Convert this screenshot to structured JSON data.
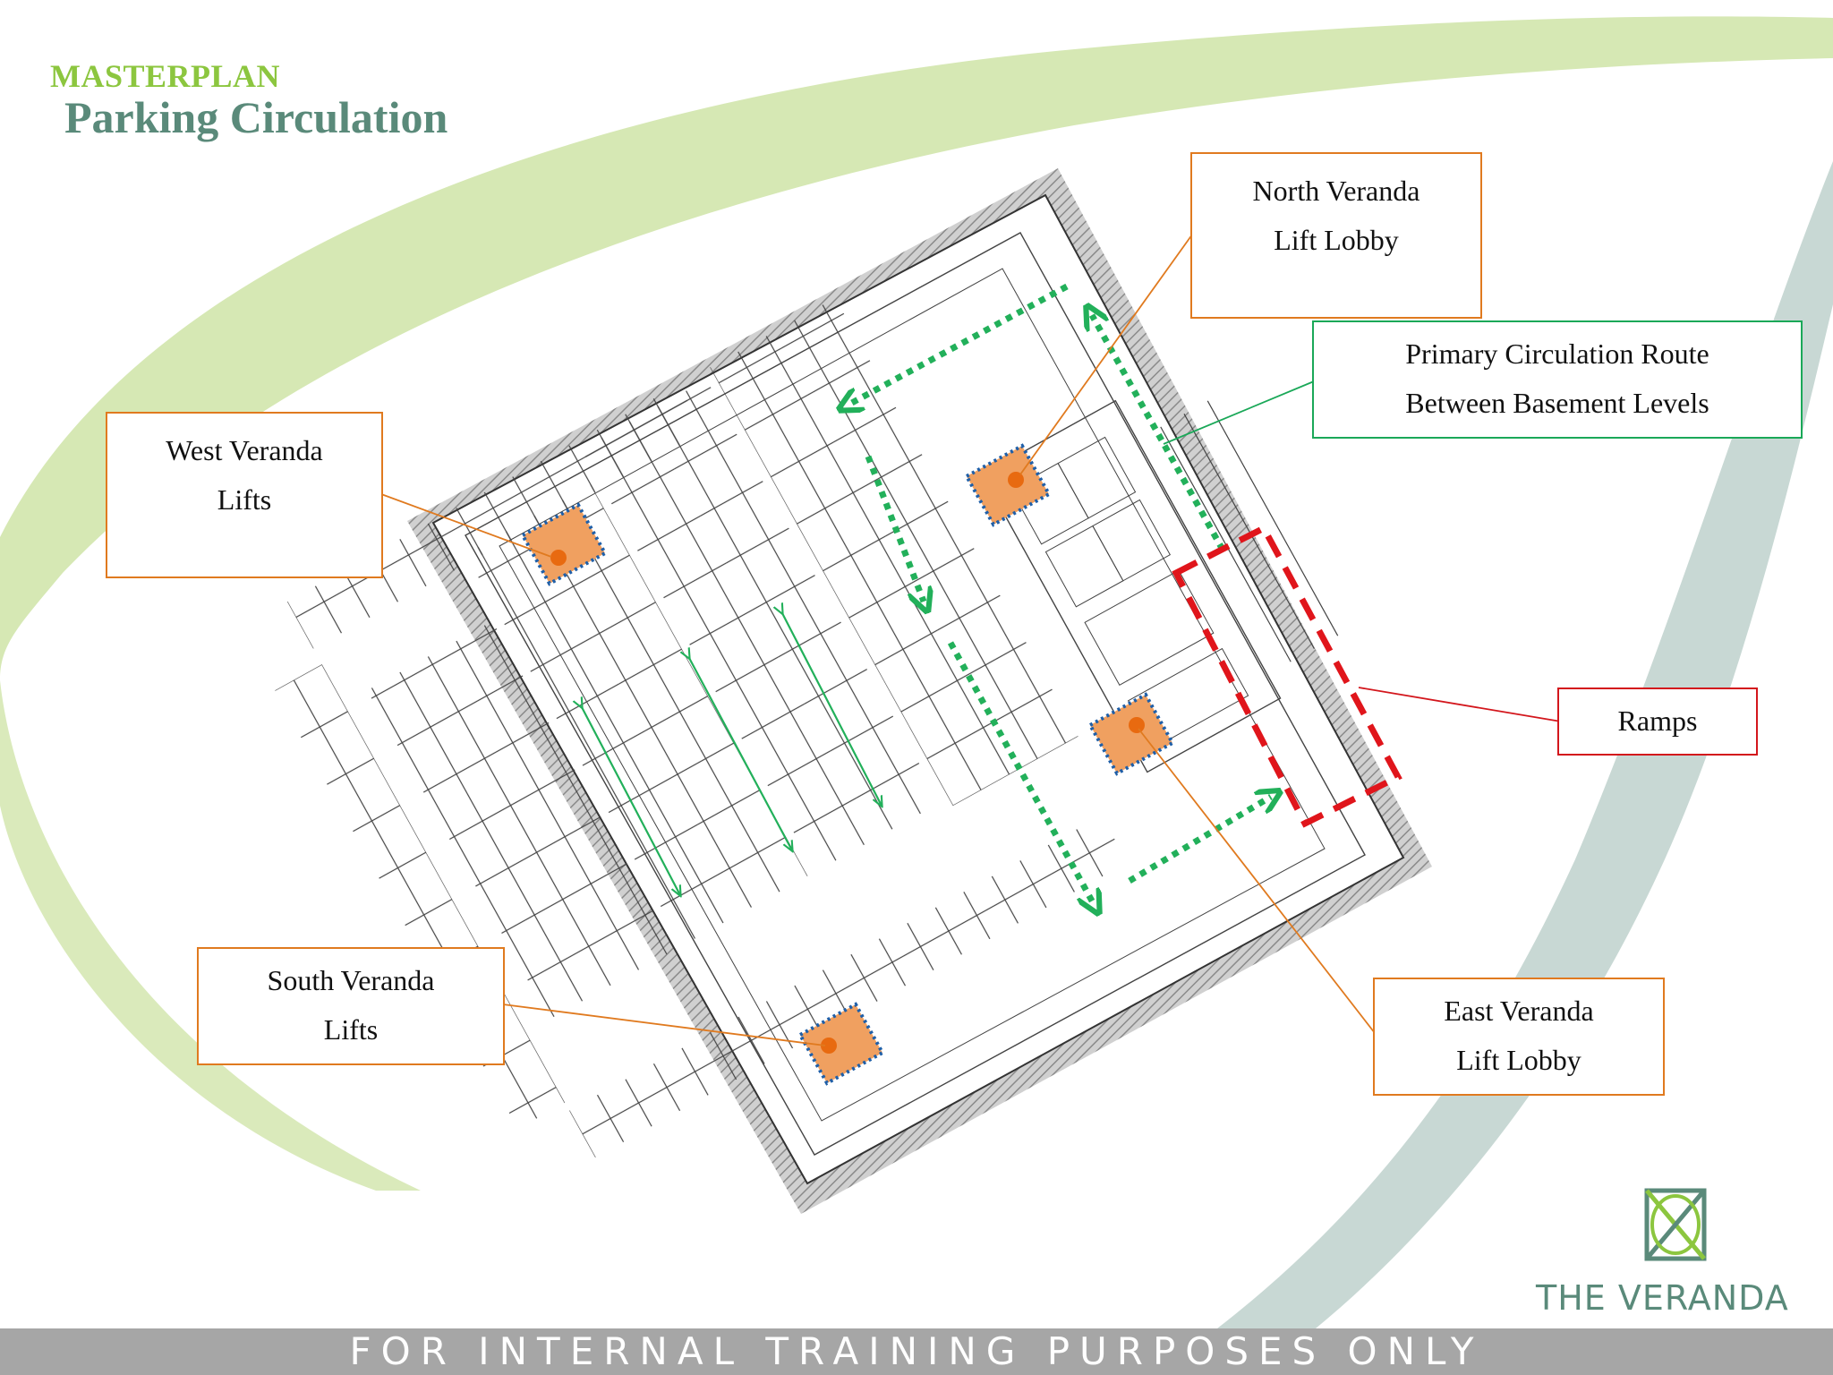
{
  "header": {
    "kicker": "MASTERPLAN",
    "title": "Parking Circulation"
  },
  "callouts": {
    "north": {
      "line1": "North Veranda",
      "line2": "Lift Lobby"
    },
    "primary": {
      "line1": "Primary Circulation Route",
      "line2": "Between Basement Levels"
    },
    "west": {
      "line1": "West Veranda",
      "line2": "Lifts"
    },
    "ramps": {
      "line1": "Ramps"
    },
    "south": {
      "line1": "South Veranda",
      "line2": "Lifts"
    },
    "east": {
      "line1": "East Veranda",
      "line2": "Lift Lobby"
    }
  },
  "logo": {
    "text": "THE VERANDA"
  },
  "footer": {
    "text": "FOR INTERNAL TRAINING PURPOSES ONLY"
  },
  "colors": {
    "lift_fill": "#f0a060",
    "lift_dot": "#e86a10",
    "lift_outline": "#1f5fa8",
    "primary_route": "#22b05a",
    "ramp_outline": "#e0151b",
    "callout_orange": "#e07a1f",
    "callout_green": "#1aa858",
    "swoosh_green": "#d6e8b4",
    "swoosh_teal": "#c8d8d4"
  }
}
